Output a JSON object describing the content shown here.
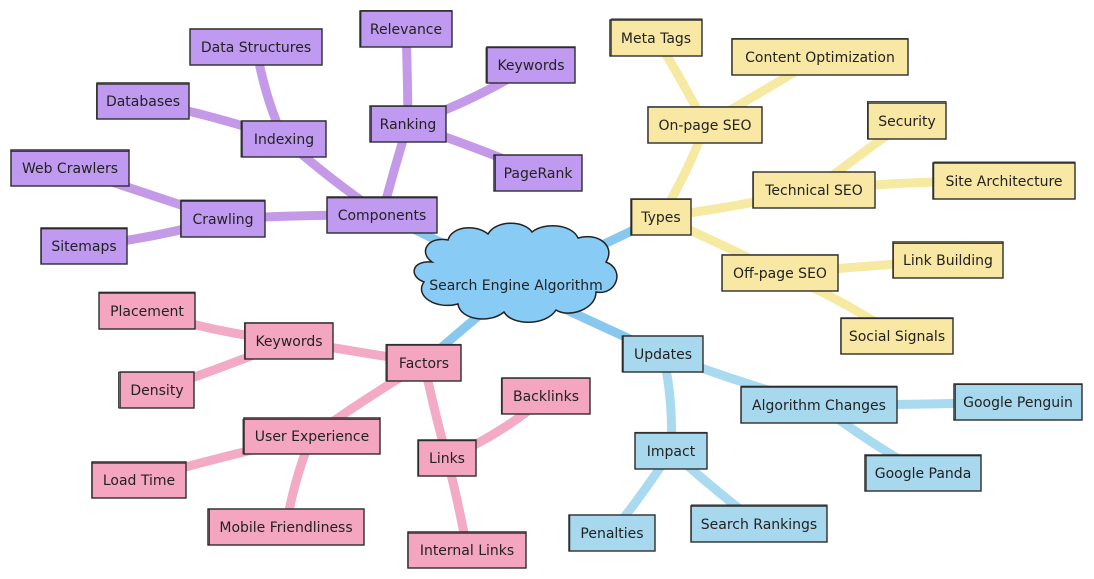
{
  "colors": {
    "purple": {
      "fill": "#c09af0",
      "edge": "#c49ae8"
    },
    "yellow": {
      "fill": "#f8e8a4",
      "edge": "#f6e9a2"
    },
    "pink": {
      "fill": "#f4a6c1",
      "edge": "#f3aac4"
    },
    "blue": {
      "fill": "#a8d8ee",
      "edge": "#a9daf0"
    },
    "center": {
      "fill": "#88ccf6",
      "edge": "#88c8ee"
    }
  },
  "center": {
    "id": "center",
    "label": "Search Engine Algorithm"
  },
  "nodes": [
    {
      "id": "components",
      "label": "Components",
      "color": "purple",
      "parent": "center"
    },
    {
      "id": "crawling",
      "label": "Crawling",
      "color": "purple",
      "parent": "components"
    },
    {
      "id": "web-crawlers",
      "label": "Web Crawlers",
      "color": "purple",
      "parent": "crawling"
    },
    {
      "id": "sitemaps",
      "label": "Sitemaps",
      "color": "purple",
      "parent": "crawling"
    },
    {
      "id": "indexing",
      "label": "Indexing",
      "color": "purple",
      "parent": "components"
    },
    {
      "id": "databases",
      "label": "Databases",
      "color": "purple",
      "parent": "indexing"
    },
    {
      "id": "data-structures",
      "label": "Data Structures",
      "color": "purple",
      "parent": "indexing"
    },
    {
      "id": "ranking",
      "label": "Ranking",
      "color": "purple",
      "parent": "components"
    },
    {
      "id": "relevance",
      "label": "Relevance",
      "color": "purple",
      "parent": "ranking"
    },
    {
      "id": "keywords-rank",
      "label": "Keywords",
      "color": "purple",
      "parent": "ranking"
    },
    {
      "id": "pagerank",
      "label": "PageRank",
      "color": "purple",
      "parent": "ranking"
    },
    {
      "id": "types",
      "label": "Types",
      "color": "yellow",
      "parent": "center"
    },
    {
      "id": "onpage",
      "label": "On-page SEO",
      "color": "yellow",
      "parent": "types"
    },
    {
      "id": "meta-tags",
      "label": "Meta Tags",
      "color": "yellow",
      "parent": "onpage"
    },
    {
      "id": "content-opt",
      "label": "Content Optimization",
      "color": "yellow",
      "parent": "onpage"
    },
    {
      "id": "technical",
      "label": "Technical SEO",
      "color": "yellow",
      "parent": "types"
    },
    {
      "id": "security",
      "label": "Security",
      "color": "yellow",
      "parent": "technical"
    },
    {
      "id": "site-arch",
      "label": "Site Architecture",
      "color": "yellow",
      "parent": "technical"
    },
    {
      "id": "offpage",
      "label": "Off-page SEO",
      "color": "yellow",
      "parent": "types"
    },
    {
      "id": "link-building",
      "label": "Link Building",
      "color": "yellow",
      "parent": "offpage"
    },
    {
      "id": "social-signals",
      "label": "Social Signals",
      "color": "yellow",
      "parent": "offpage"
    },
    {
      "id": "factors",
      "label": "Factors",
      "color": "pink",
      "parent": "center"
    },
    {
      "id": "keywords-fac",
      "label": "Keywords",
      "color": "pink",
      "parent": "factors"
    },
    {
      "id": "placement",
      "label": "Placement",
      "color": "pink",
      "parent": "keywords-fac"
    },
    {
      "id": "density",
      "label": "Density",
      "color": "pink",
      "parent": "keywords-fac"
    },
    {
      "id": "ux",
      "label": "User Experience",
      "color": "pink",
      "parent": "factors"
    },
    {
      "id": "load-time",
      "label": "Load Time",
      "color": "pink",
      "parent": "ux"
    },
    {
      "id": "mobile",
      "label": "Mobile Friendliness",
      "color": "pink",
      "parent": "ux"
    },
    {
      "id": "links",
      "label": "Links",
      "color": "pink",
      "parent": "factors"
    },
    {
      "id": "backlinks",
      "label": "Backlinks",
      "color": "pink",
      "parent": "links"
    },
    {
      "id": "internal-links",
      "label": "Internal Links",
      "color": "pink",
      "parent": "links"
    },
    {
      "id": "updates",
      "label": "Updates",
      "color": "blue",
      "parent": "center"
    },
    {
      "id": "algo-changes",
      "label": "Algorithm Changes",
      "color": "blue",
      "parent": "updates"
    },
    {
      "id": "penguin",
      "label": "Google Penguin",
      "color": "blue",
      "parent": "algo-changes"
    },
    {
      "id": "panda",
      "label": "Google Panda",
      "color": "blue",
      "parent": "algo-changes"
    },
    {
      "id": "impact",
      "label": "Impact",
      "color": "blue",
      "parent": "updates"
    },
    {
      "id": "penalties",
      "label": "Penalties",
      "color": "blue",
      "parent": "impact"
    },
    {
      "id": "search-rankings",
      "label": "Search Rankings",
      "color": "blue",
      "parent": "impact"
    }
  ]
}
